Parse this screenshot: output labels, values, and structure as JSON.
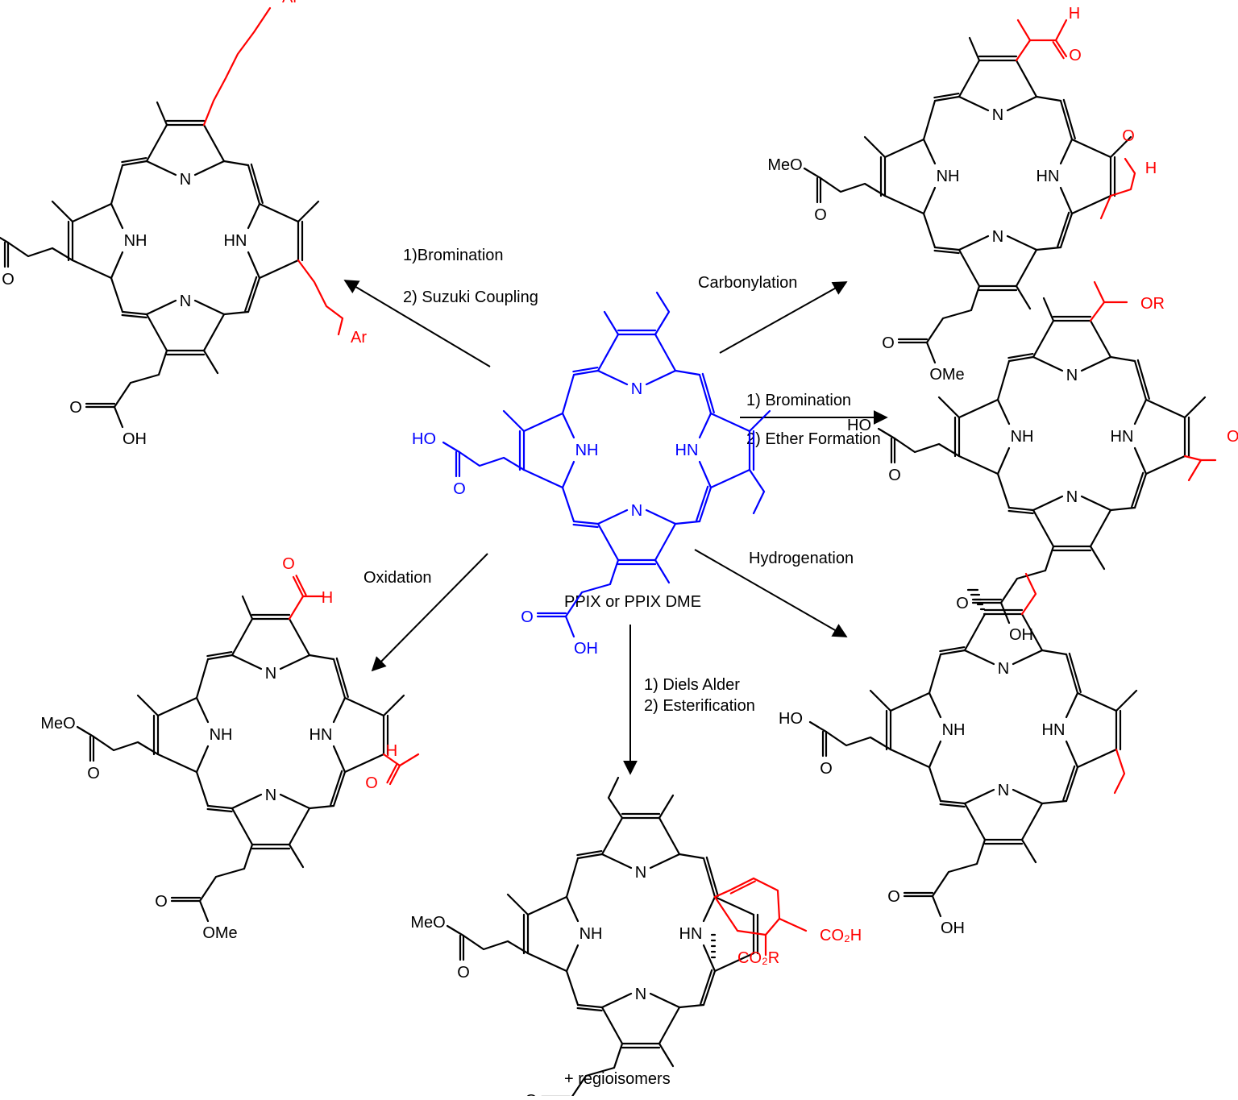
{
  "colors": {
    "black": "#000000",
    "blue": "#0000ff",
    "red": "#ff0000"
  },
  "center": {
    "caption": "PPIX or PPIX DME"
  },
  "reactions": {
    "suzuki": [
      "1)Bromination",
      "2) Suzuki Coupling"
    ],
    "carbonylation": "Carbonylation",
    "ether": [
      "1) Bromination",
      "2) Ether Formation"
    ],
    "hydrogenation": "Hydrogenation",
    "oxidation": "Oxidation",
    "diels": [
      "1) Diels Alder",
      "2) Esterification"
    ],
    "regio": "+ regioisomers"
  },
  "labels": {
    "N": "N",
    "NH": "NH",
    "HN": "HN",
    "HO": "HO",
    "OH": "OH",
    "O": "O",
    "MeO": "MeO",
    "OMe": "OMe",
    "H": "H",
    "Ar": "Ar",
    "OR": "OR",
    "CO2H": "CO₂H",
    "CO2R": "CO₂R"
  }
}
